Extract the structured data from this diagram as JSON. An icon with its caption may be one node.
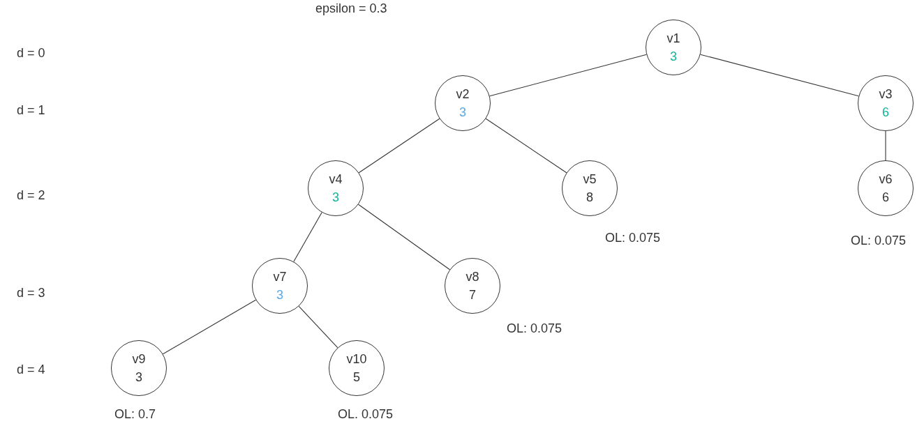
{
  "diagram": {
    "nodes": [
      {
        "text": [
          "v1",
          "3"
        ]
      },
      {
        "text": [
          "v2",
          "3"
        ]
      },
      {
        "text": [
          "v3",
          "6"
        ]
      },
      {
        "text": [
          "v4",
          "3"
        ]
      },
      {
        "text": [
          "v5",
          "8"
        ],
        "beside": [
          "OL: 0.075"
        ]
      },
      {
        "text": [
          "v6",
          "6"
        ],
        "beside": [
          "OL: 0.075"
        ]
      },
      {
        "text": [
          "v7",
          "3"
        ]
      },
      {
        "text": [
          "v8",
          "7"
        ],
        "beside": [
          "OL: 0.075"
        ]
      },
      {
        "text": [
          "v9",
          "3"
        ],
        "beside": [
          "OL: 0.7"
        ]
      },
      {
        "text": [
          "v10",
          "5"
        ],
        "beside": [
          "OL. 0.075"
        ]
      }
    ],
    "edges": [
      {
        "from": 0,
        "to": 1,
        "arrow": "none"
      },
      {
        "from": 0,
        "to": 2,
        "arrow": "none"
      },
      {
        "from": 1,
        "to": 3,
        "arrow": "none"
      },
      {
        "from": 1,
        "to": 4,
        "arrow": "none"
      },
      {
        "from": 2,
        "to": 5,
        "arrow": "none"
      },
      {
        "from": 3,
        "to": 6,
        "arrow": "none"
      },
      {
        "from": 3,
        "to": 7,
        "arrow": "none"
      },
      {
        "from": 6,
        "to": 8,
        "arrow": "none"
      },
      {
        "from": 6,
        "to": 9,
        "arrow": "none"
      }
    ],
    "labels": [
      "epsilon = 0.3",
      "d = 0",
      "d = 1",
      "d = 2",
      "d = 3",
      "d = 4"
    ]
  }
}
